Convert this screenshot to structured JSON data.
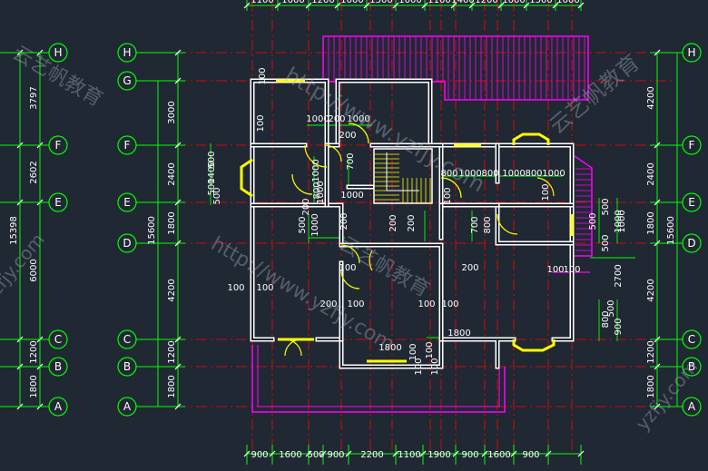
{
  "drawing": {
    "colors": {
      "background": "#202833",
      "wall": "#ffffff",
      "axis": "#ff0000",
      "dimension": "#00ff00",
      "bubble": "#00ff00",
      "railing": "#ff00ff",
      "window": "#ffff00",
      "watermark": "#a9b6c3"
    },
    "watermarks": [
      "http://www.yzfjy.com",
      "云艺帆教育",
      "yzfjy.com",
      "云艺帆教育",
      "http://www.yzfjy.com",
      "yzfjy.com",
      "云艺帆教育"
    ],
    "axes": {
      "left_labels": [
        "H",
        "G",
        "F",
        "E",
        "D",
        "C",
        "B",
        "A"
      ],
      "right_labels": [
        "H",
        "F",
        "E",
        "D",
        "C",
        "B",
        "A"
      ],
      "outer_left_labels": [
        "H",
        "F",
        "E",
        "C",
        "B",
        "A"
      ]
    },
    "left_outer_dims": [
      "3797",
      "2602",
      "6000",
      "1200",
      "1800"
    ],
    "left_total_dim": "15398",
    "left_inner_dims": [
      "3000",
      "2400",
      "1800",
      "4200",
      "1200",
      "1800"
    ],
    "left_inner_total": "15600",
    "right_inner_dims": [
      "4200",
      "2400",
      "1800",
      "4200",
      "1200",
      "1800"
    ],
    "right_outer_total": "15600",
    "bottom_dims": [
      "900",
      "1600",
      "500",
      "900",
      "2200",
      "1100",
      "1900",
      "900",
      "1600",
      "900"
    ],
    "top_dims": [
      "1100",
      "1000",
      "1200",
      "1000",
      "1500",
      "1000",
      "1100",
      "1400",
      "1200",
      "1000",
      "1500",
      "1000"
    ],
    "room_dims": [
      "1000",
      "200",
      "1000",
      "200",
      "700",
      "1000",
      "800",
      "500",
      "1400",
      "500",
      "500",
      "1000",
      "500",
      "1000",
      "200",
      "1000",
      "200",
      "800",
      "1000",
      "800",
      "1000",
      "800",
      "1000",
      "100",
      "100",
      "200",
      "200",
      "700",
      "800",
      "200",
      "100",
      "100",
      "500",
      "1000",
      "500",
      "100",
      "100",
      "200",
      "100",
      "100",
      "100",
      "100",
      "1800",
      "100",
      "100",
      "2700",
      "900",
      "800",
      "1000",
      "500",
      "1800",
      "500",
      "100",
      "100",
      "100",
      "100"
    ]
  }
}
